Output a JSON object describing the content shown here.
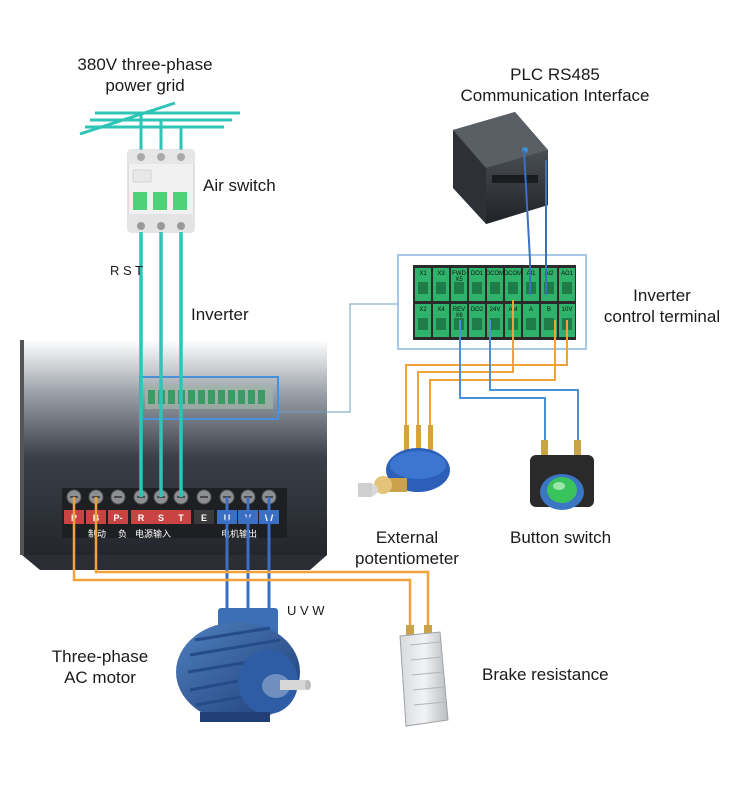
{
  "labels": {
    "power_grid": "380V three-phase\npower grid",
    "air_switch": "Air switch",
    "rst": "R  S  T",
    "inverter": "Inverter",
    "plc": "PLC RS485\nCommunication Interface",
    "control_terminal": "Inverter\ncontrol terminal",
    "external_pot": "External\npotentiometer",
    "button_switch": "Button switch",
    "uvw": "U  V  W",
    "motor": "Three-phase\nAC motor",
    "brake": "Brake resistance"
  },
  "control_terminal": {
    "top_row": [
      "X1",
      "X3",
      "FWD\nX5",
      "DO1",
      "DCOM",
      "DCOM",
      "AI1",
      "AI2",
      "AO1"
    ],
    "bottom_row": [
      "X2",
      "X4",
      "REV\nX6",
      "DO2",
      "24V",
      "AM",
      "A",
      "B",
      "10V"
    ]
  },
  "power_terminal": {
    "letters": [
      "P",
      "B",
      "P-",
      "R",
      "S",
      "T",
      "E",
      "U",
      "V",
      "W"
    ],
    "group_labels": [
      "制动",
      "负",
      "电源输入",
      "电机输出"
    ]
  },
  "colors": {
    "grid_wire": "#2ec4b6",
    "orange_wire": "#f2a23a",
    "blue_wire": "#3b6fc4",
    "signal_wire": "#4a90d9",
    "terminal_green": "#2fb36a",
    "inverter_body": "#2b2f36"
  }
}
